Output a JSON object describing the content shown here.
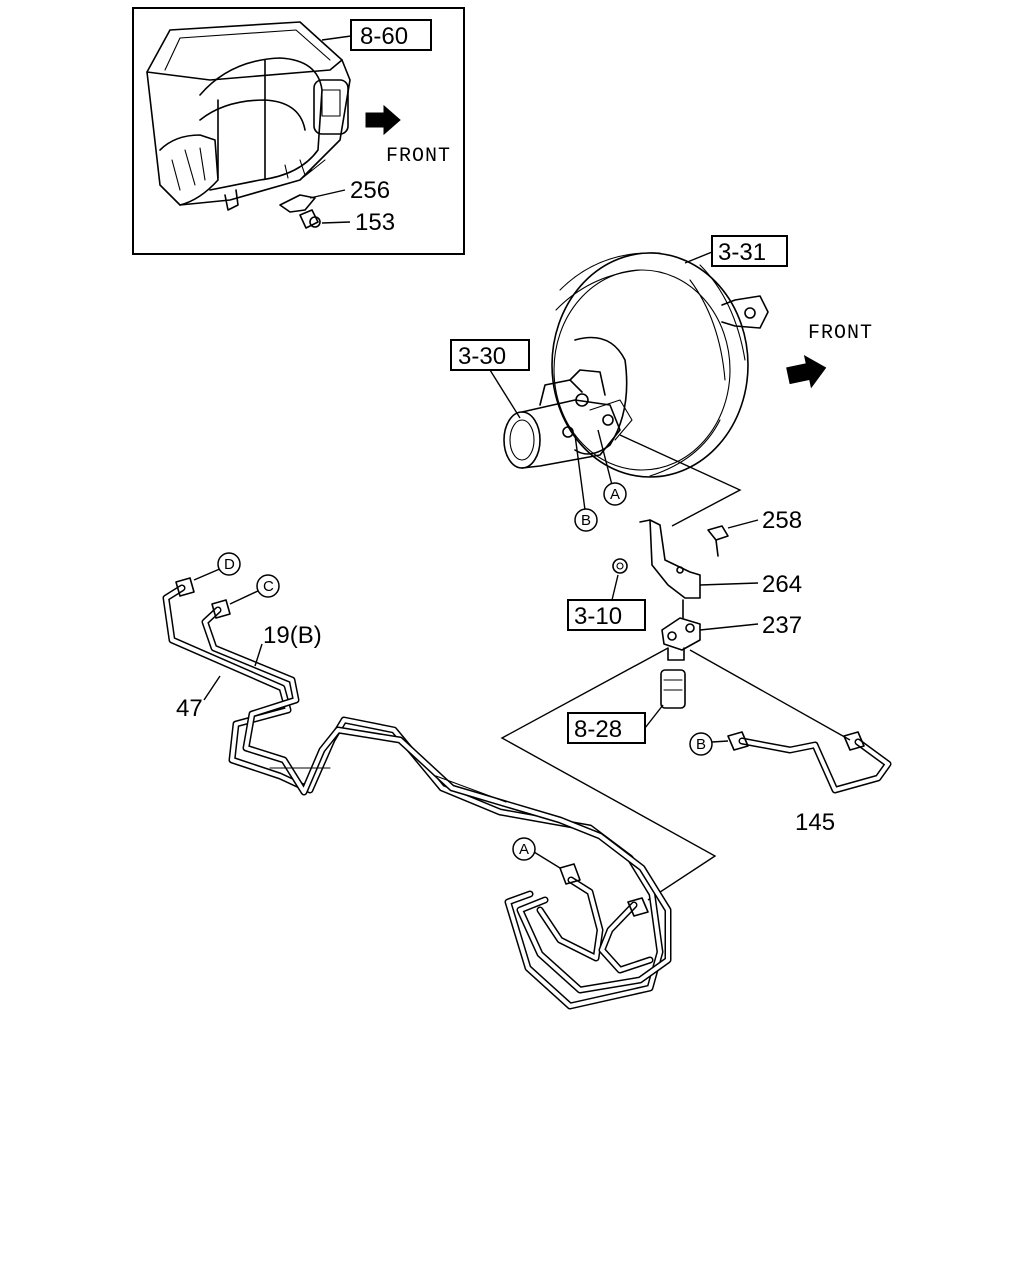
{
  "inset": {
    "ref_box": "8-60",
    "front": "FRONT",
    "parts": [
      "256",
      "153"
    ]
  },
  "main": {
    "front": "FRONT",
    "ref_boxes": [
      "3-31",
      "3-30",
      "3-10",
      "8-28"
    ],
    "parts": [
      "258",
      "264",
      "237",
      "145",
      "47",
      "19(B)"
    ],
    "circle_refs": [
      "A",
      "B",
      "D",
      "C",
      "B",
      "A"
    ]
  }
}
